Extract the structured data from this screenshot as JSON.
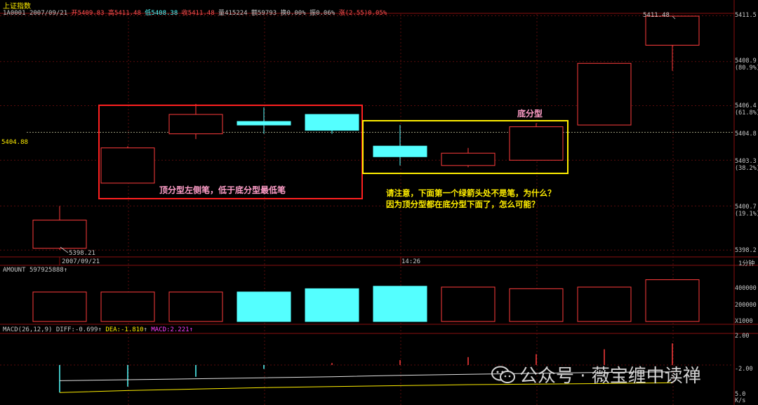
{
  "header": {
    "index_name": "上证指数",
    "code": "1A0001",
    "date": "2007/09/21",
    "open_label": "开",
    "open": "5409.83",
    "high_label": "高",
    "high": "5411.48",
    "low_label": "低",
    "low": "5408.38",
    "close_label": "收",
    "close": "5411.48",
    "vol_label": "量",
    "vol": "415224",
    "amt_label": "额",
    "amt": "59793",
    "turnover_label": "换",
    "turnover": "0.00%",
    "amp_label": "振",
    "amp": "0.06%",
    "chg_label": "涨",
    "chg": "(2.55)0.05%"
  },
  "price_axis": {
    "labels": [
      "5411.5",
      "5408.9",
      "(80.9%)",
      "5406.4",
      "(61.8%)",
      "5404.8",
      "5403.3",
      "(38.2%)",
      "5400.7",
      "(19.1%)",
      "5398.2"
    ],
    "crosshair_value": "5404.88",
    "high_marker": "5411.48",
    "low_marker": "5398.21"
  },
  "time_axis": {
    "left_date": "2007/09/21",
    "mid_time": "14:26",
    "period": "1分钟"
  },
  "amount_panel": {
    "title": "AMOUNT",
    "value": "597925888",
    "axis": [
      "400000",
      "200000",
      "X1000"
    ]
  },
  "macd_panel": {
    "title": "MACD(26,12,9)",
    "diff_label": "DIFF:",
    "diff": "-0.699",
    "dea_label": "DEA:",
    "dea": "-1.810",
    "macd_label": "MACD:",
    "macd": "2.221",
    "axis": [
      "2.00",
      "-2.00",
      "5.0",
      "K/s"
    ]
  },
  "annotations": {
    "red_box_note": "顶分型左侧笔，低于底分型最低笔",
    "yellow_box_title": "底分型",
    "question_line1": "请注意，下面第一个绿箭头处不是笔，为什么？",
    "question_line2": "因为顶分型都在底分型下面了，怎么可能？"
  },
  "watermark": "公众号 · 薇宝缠中读禅",
  "colors": {
    "up": "#ff3c3c",
    "down": "#54ffff",
    "box_red": "#ff2020",
    "box_yellow": "#ffee00",
    "text_yellow": "#ffee00",
    "text_pink": "#ff9ec8"
  },
  "chart_data": {
    "type": "candlestick",
    "candles": [
      {
        "o": 5398.3,
        "h": 5400.7,
        "l": 5398.21,
        "c": 5399.9
      },
      {
        "o": 5402.0,
        "h": 5404.1,
        "l": 5402.0,
        "c": 5404.0
      },
      {
        "o": 5404.8,
        "h": 5406.5,
        "l": 5404.5,
        "c": 5405.9
      },
      {
        "o": 5405.5,
        "h": 5406.3,
        "l": 5404.8,
        "c": 5405.3
      },
      {
        "o": 5405.9,
        "h": 5405.9,
        "l": 5404.8,
        "c": 5405.0
      },
      {
        "o": 5404.1,
        "h": 5405.3,
        "l": 5403.0,
        "c": 5403.5
      },
      {
        "o": 5403.0,
        "h": 5404.0,
        "l": 5402.9,
        "c": 5403.7
      },
      {
        "o": 5403.3,
        "h": 5405.4,
        "l": 5403.3,
        "c": 5405.2
      },
      {
        "o": 5405.3,
        "h": 5408.8,
        "l": 5405.3,
        "c": 5408.8
      },
      {
        "o": 5409.83,
        "h": 5411.48,
        "l": 5408.38,
        "c": 5411.48
      }
    ],
    "amount": [
      180000,
      180000,
      180000,
      180000,
      200000,
      215000,
      210000,
      200000,
      210000,
      255000
    ],
    "amount_dir": [
      "up",
      "up",
      "up",
      "down",
      "down",
      "down",
      "up",
      "up",
      "up",
      "up"
    ],
    "macd_bars": [
      -2.8,
      -2.2,
      -1.2,
      -0.4,
      0.2,
      0.5,
      0.8,
      1.1,
      1.6,
      2.2
    ],
    "diff": [
      -1.6,
      -1.5,
      -1.4,
      -1.3,
      -1.2,
      -1.05,
      -0.95,
      -0.85,
      -0.75,
      -0.699
    ],
    "dea": [
      -2.8,
      -2.6,
      -2.45,
      -2.3,
      -2.2,
      -2.1,
      -2.0,
      -1.95,
      -1.88,
      -1.81
    ]
  }
}
